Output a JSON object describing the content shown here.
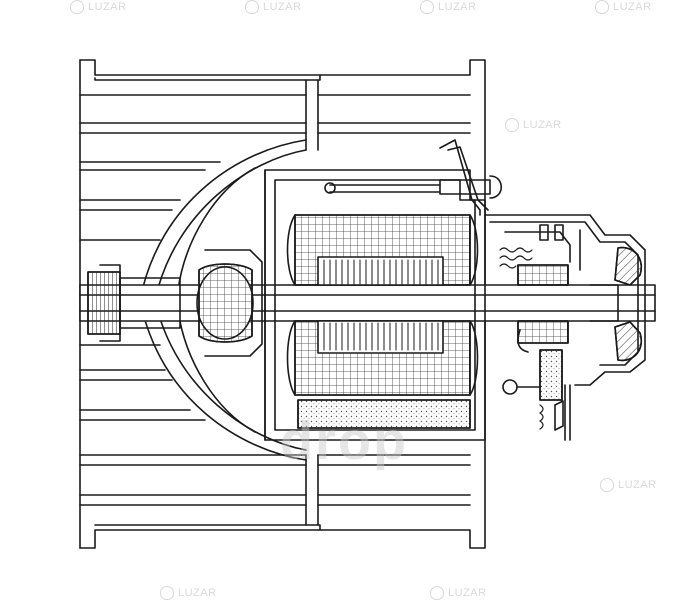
{
  "image": {
    "subject": "blower-motor-assembly",
    "style": "black-and-white technical line drawing (cross-section)"
  },
  "watermark": {
    "large_text": "drop",
    "repeated_text": "LUZAR",
    "color": "#d9d9d9"
  },
  "colors": {
    "line": "#1a1a1a",
    "background": "#ffffff",
    "hatch": "#3a3a3a"
  }
}
